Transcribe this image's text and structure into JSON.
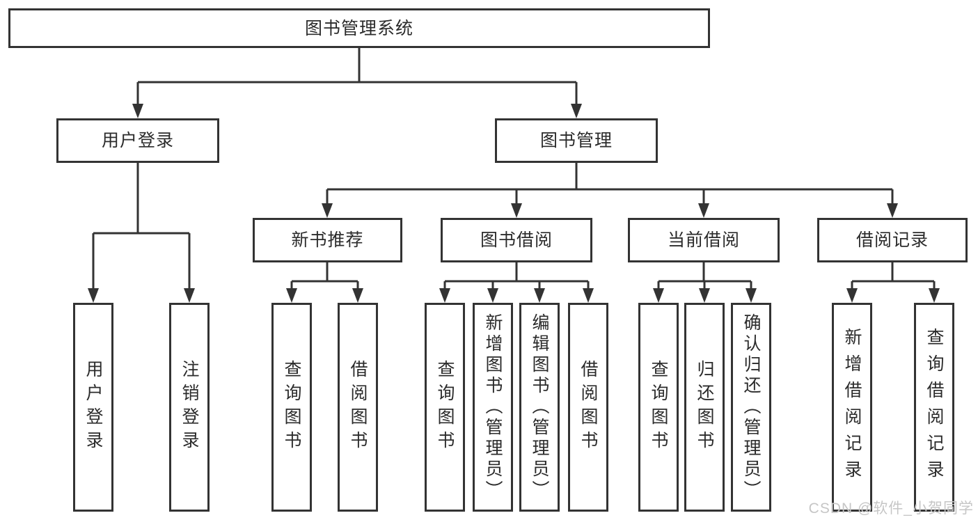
{
  "diagram": {
    "title": "图书管理系统",
    "root": {
      "label": "图书管理系统"
    },
    "branches": [
      {
        "label": "用户登录",
        "children": [
          {
            "label": "用户登录"
          },
          {
            "label": "注销登录"
          }
        ]
      },
      {
        "label": "图书管理",
        "children": [
          {
            "label": "新书推荐",
            "children": [
              {
                "label": "查询图书"
              },
              {
                "label": "借阅图书"
              }
            ]
          },
          {
            "label": "图书借阅",
            "children": [
              {
                "label": "查询图书"
              },
              {
                "label": "新增图书（管理员）"
              },
              {
                "label": "编辑图书（管理员）"
              },
              {
                "label": "借阅图书"
              }
            ]
          },
          {
            "label": "当前借阅",
            "children": [
              {
                "label": "查询图书"
              },
              {
                "label": "归还图书"
              },
              {
                "label": "确认归还（管理员）"
              }
            ]
          },
          {
            "label": "借阅记录",
            "children": [
              {
                "label": "新增借阅记录"
              },
              {
                "label": "查询借阅记录"
              }
            ]
          }
        ]
      }
    ]
  },
  "watermark": {
    "text": "CSDN @软件_小贺同学"
  },
  "colors": {
    "background": "#ffffff",
    "box_border": "#333333",
    "line": "#333333",
    "text": "#2b2b2b",
    "watermark": "#c6c6c6"
  }
}
